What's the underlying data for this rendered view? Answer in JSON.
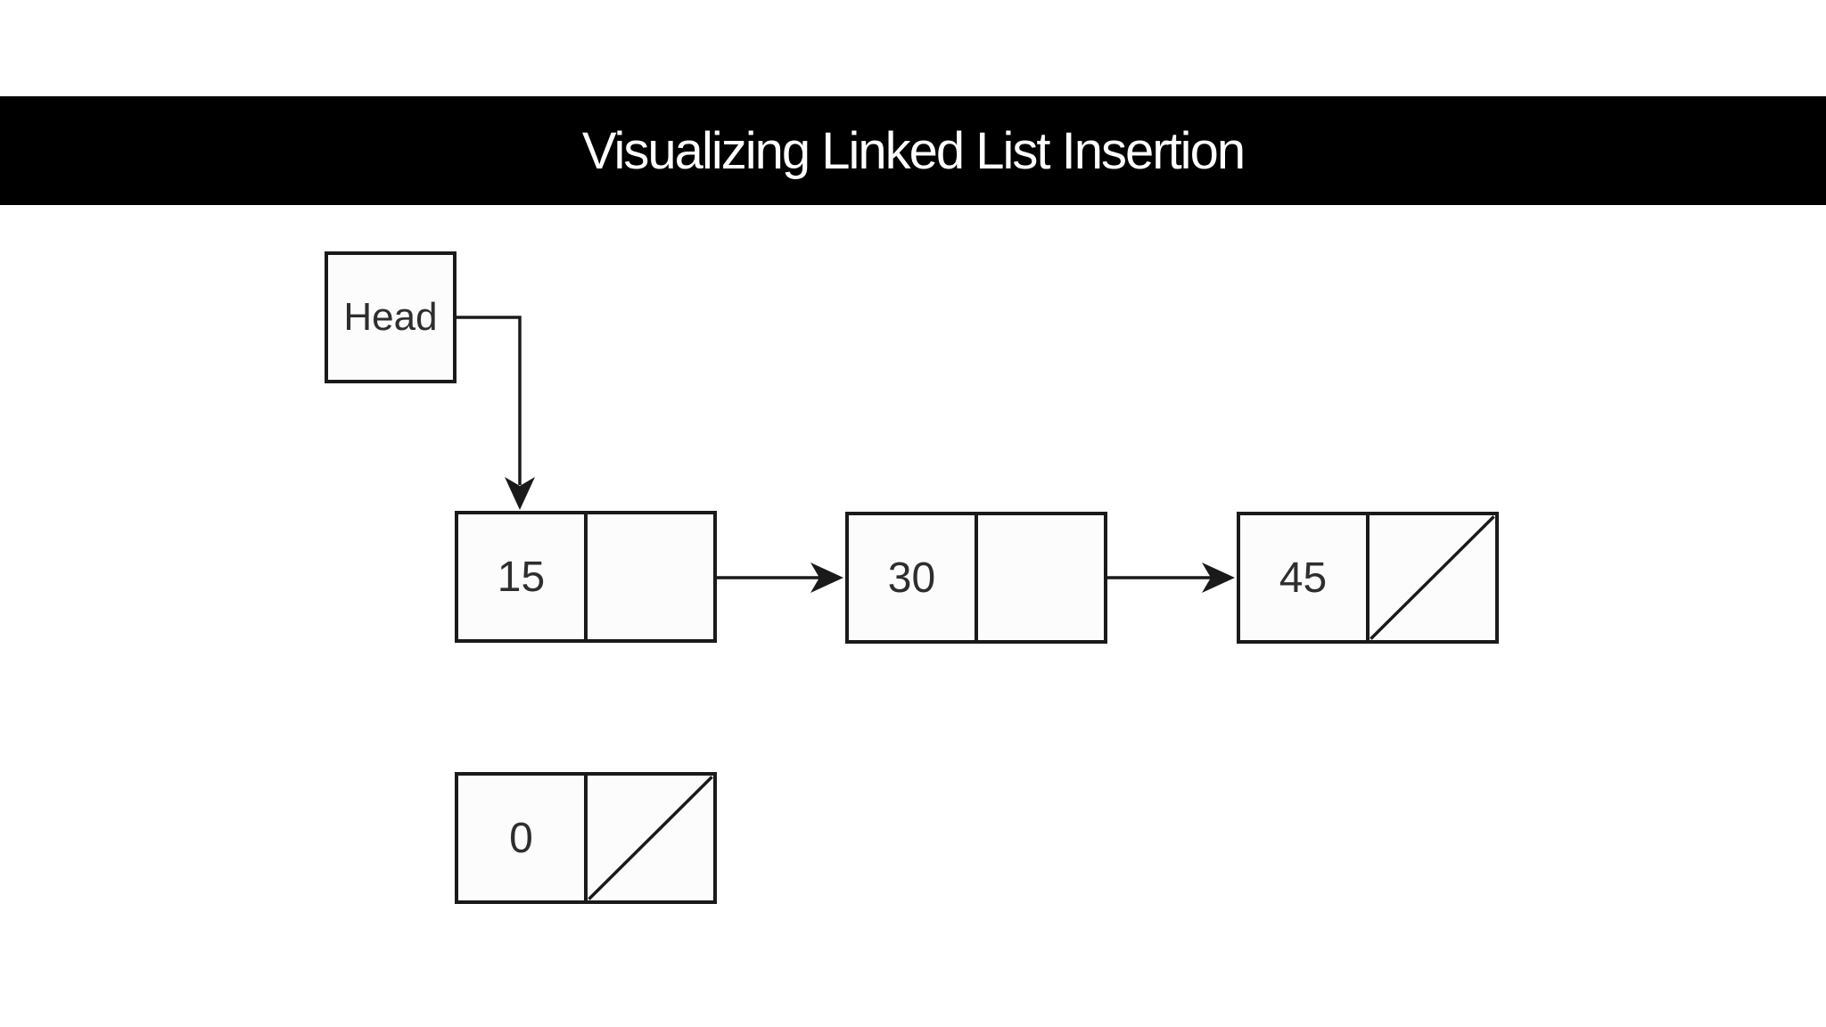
{
  "title_bar": {
    "label": "Visualizing Linked List Insertion",
    "background": "#000000",
    "text_color": "#ffffff"
  },
  "diagram": {
    "head": {
      "label": "Head"
    },
    "list_nodes": [
      {
        "value": "15",
        "pointer": "next"
      },
      {
        "value": "30",
        "pointer": "next"
      },
      {
        "value": "45",
        "pointer": "null"
      }
    ],
    "detached_node": {
      "value": "0",
      "pointer": "null"
    },
    "colors": {
      "line": "#1a1a1a",
      "node_fill": "#fcfcfc",
      "value_text": "#2e2e2e",
      "background": "#ffffff"
    }
  }
}
